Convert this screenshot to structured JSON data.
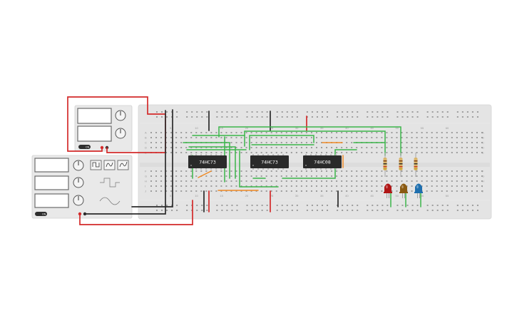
{
  "chips": [
    {
      "label": "74HC73"
    },
    {
      "label": "74HC73"
    },
    {
      "label": "74HC08"
    }
  ],
  "breadboard": {
    "row_letters_top": [
      "A",
      "B",
      "C",
      "D",
      "E"
    ],
    "row_letters_bottom": [
      "F",
      "G",
      "H",
      "I",
      "J"
    ],
    "column_numbers": [
      "5",
      "10",
      "15",
      "20",
      "25",
      "30",
      "35",
      "40",
      "45",
      "50",
      "55",
      "60"
    ]
  },
  "power_supply": {
    "button_label": "ON"
  },
  "function_generator": {
    "button_label": "ON"
  },
  "leds": [
    {
      "color": "#b01616"
    },
    {
      "color": "#8a5a12"
    },
    {
      "color": "#1f6fae"
    }
  ],
  "wire_colors": {
    "red": "#d32a2a",
    "black": "#2b2b2b",
    "green": "#3bb54a",
    "orange": "#f08a24"
  }
}
